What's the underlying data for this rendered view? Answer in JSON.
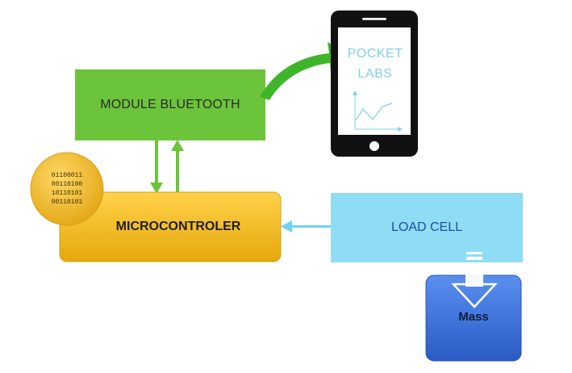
{
  "blocks": {
    "bluetooth": {
      "label": "MODULE BLUETOOTH",
      "color": "#6cc43a"
    },
    "microcontroller": {
      "label": "MICROCONTROLER",
      "color": "#f2bf1a"
    },
    "load_cell": {
      "label": "LOAD CELL",
      "color": "#8fdcf5"
    },
    "mass": {
      "label": "Mass",
      "color": "#3e73d8"
    }
  },
  "phone": {
    "app_name_line1": "POCKET",
    "app_name_line2": "LABS",
    "text_color": "#7fd0ea"
  },
  "binary_coin": {
    "lines": [
      "01100011",
      "00110100",
      "10110101",
      "00110101"
    ],
    "color": "#f2bf1a"
  },
  "connections": [
    {
      "from": "bluetooth",
      "to": "microcontroller",
      "color": "#6cc43a"
    },
    {
      "from": "microcontroller",
      "to": "bluetooth",
      "color": "#6cc43a"
    },
    {
      "from": "bluetooth",
      "to": "phone",
      "color": "#41b82b"
    },
    {
      "from": "load_cell",
      "to": "microcontroller",
      "color": "#6cd2f0"
    },
    {
      "from": "mass",
      "to": "load_cell",
      "color": "#ffffff"
    }
  ]
}
